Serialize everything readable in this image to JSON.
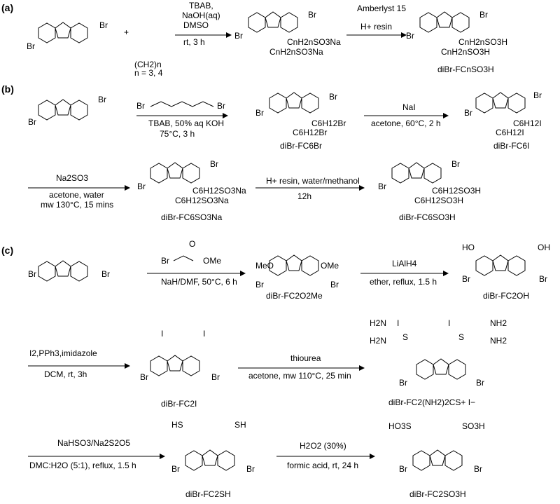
{
  "panels": {
    "a": {
      "label": "(a)",
      "sultone": "(CH2)n",
      "n_values": "n = 3, 4",
      "step1": {
        "reagent": "TBAB,",
        "reagent2": "NaOH(aq)",
        "reagent3": "DMSO",
        "condition": "rt, 3 h"
      },
      "product1": {
        "sub1": "CnH2nSO3Na",
        "sub2": "CnH2nSO3Na"
      },
      "step2": {
        "reagent": "Amberlyst 15",
        "reagent2": "H+ resin"
      },
      "product2": {
        "sub1": "CnH2nSO3H",
        "sub2": "CnH2nSO3H",
        "name": "diBr-FCnSO3H"
      }
    },
    "b": {
      "label": "(b)",
      "step1": {
        "reagent": "TBAB, 50% aq KOH",
        "condition": "75°C, 3 h"
      },
      "product1": {
        "sub1": "C6H12Br",
        "sub2": "C6H12Br",
        "name": "diBr-FC6Br"
      },
      "step2": {
        "reagent": "NaI",
        "condition": "acetone, 60°C, 2 h"
      },
      "product2": {
        "sub1": "C6H12I",
        "sub2": "C6H12I",
        "name": "diBr-FC6I"
      },
      "step3": {
        "reagent": "Na2SO3",
        "condition": "acetone, water",
        "condition2": "mw 130°C, 15 mins"
      },
      "product3": {
        "sub1": "C6H12SO3Na",
        "sub2": "C6H12SO3Na",
        "name": "diBr-FC6SO3Na"
      },
      "step4": {
        "reagent": "H+ resin, water/methanol",
        "condition": "12h"
      },
      "product4": {
        "sub1": "C6H12SO3H",
        "sub2": "C6H12SO3H",
        "name": "diBr-FC6SO3H"
      }
    },
    "c": {
      "label": "(c)",
      "step1": {
        "reagent": "OMe",
        "condition": "NaH/DMF, 50°C, 6 h"
      },
      "product1": {
        "sub1": "MeO",
        "sub2": "OMe",
        "name": "diBr-FC2O2Me"
      },
      "step2": {
        "reagent": "LiAlH4",
        "condition": "ether, reflux, 1.5 h"
      },
      "product2": {
        "sub1": "HO",
        "sub2": "OH",
        "name": "diBr-FC2OH"
      },
      "step3": {
        "reagent": "I2,PPh3,imidazole",
        "condition": "DCM, rt, 3h"
      },
      "product3": {
        "sub1": "I",
        "sub2": "I",
        "name": "diBr-FC2I"
      },
      "step4": {
        "reagent": "thiourea",
        "condition": "acetone, mw 110°C, 25 min"
      },
      "product4": {
        "name": "diBr-FC2(NH2)2CS+ I−"
      },
      "step5": {
        "reagent": "NaHSO3/Na2S2O5",
        "condition": "DMC:H2O (5:1), reflux, 1.5 h"
      },
      "product5": {
        "sub1": "HS",
        "sub2": "SH",
        "name": "diBr-FC2SH"
      },
      "step6": {
        "reagent": "H2O2 (30%)",
        "condition": "formic acid, rt, 24 h"
      },
      "product6": {
        "sub1": "HO3S",
        "sub2": "SO3H",
        "name": "diBr-FC2SO3H"
      }
    }
  },
  "atoms": {
    "Br": "Br",
    "O": "O",
    "S": "S",
    "NH2": "NH2",
    "H2N": "H2N",
    "I": "I"
  }
}
